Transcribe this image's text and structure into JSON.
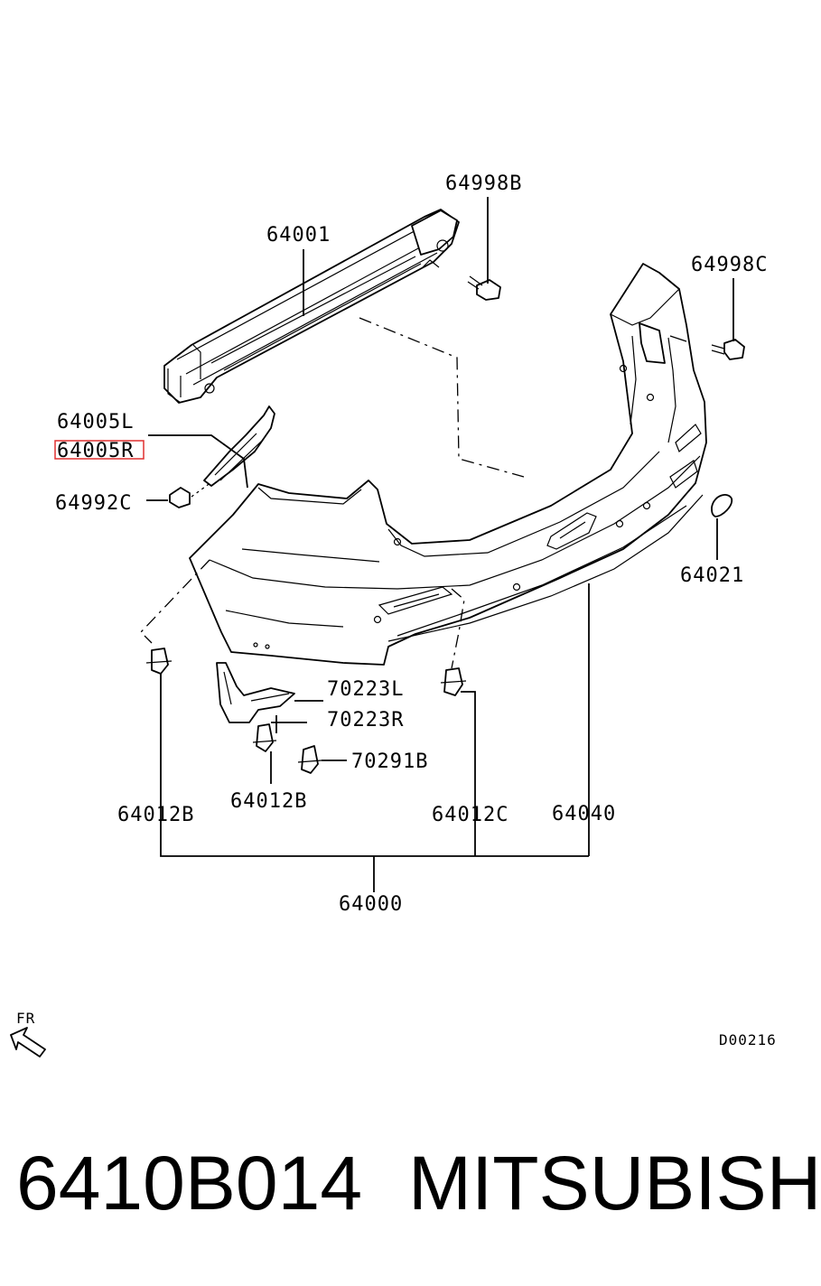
{
  "diagram": {
    "labels": {
      "bolt_top": "64998B",
      "reinforcement": "64001",
      "bolt_right": "64998C",
      "bracket_left": "64005L",
      "bracket_right": "64005R",
      "screw_left": "64992C",
      "cap": "64021",
      "mudguard_left": "70223L",
      "mudguard_right": "70223R",
      "clip_mudguard": "70291B",
      "clip_left": "64012B",
      "clip_mid": "64012B",
      "clip_right": "64012C",
      "bumper_face": "64040",
      "bumper_assembly": "64000"
    },
    "front_marker": "FR",
    "diagram_code": "D00216"
  },
  "footer": {
    "part_number": "6410B014",
    "brand": "MITSUBISHI"
  }
}
